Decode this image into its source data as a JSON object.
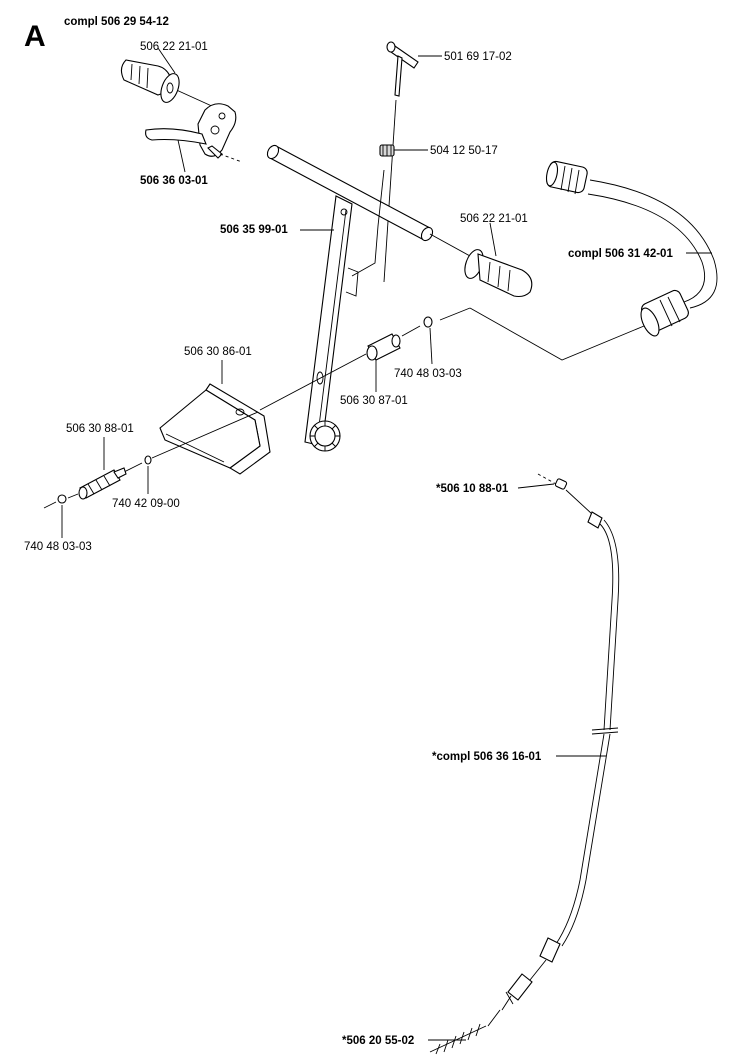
{
  "section_letter": "A",
  "assembly_label": "compl 506 29 54-12",
  "labels": {
    "handle_left": "506 22 21-01",
    "t_bolt": "501 69 17-02",
    "nut": "504 12 50-17",
    "lever": "506 36 03-01",
    "frame": "506 35 99-01",
    "handle_right": "506 22 21-01",
    "hose_assembly": "compl 506 31 42-01",
    "guard_plate": "506 30 86-01",
    "o_ring_right": "740 48 03-03",
    "coupling": "506 30 87-01",
    "nipple": "506 30 88-01",
    "o_ring_small": "740 42 09-00",
    "o_ring_left": "740 48 03-03",
    "cable_end": "*506 10 88-01",
    "cable_assembly": "*compl 506 36 16-01",
    "spring_end": "*506 20 55-02"
  }
}
